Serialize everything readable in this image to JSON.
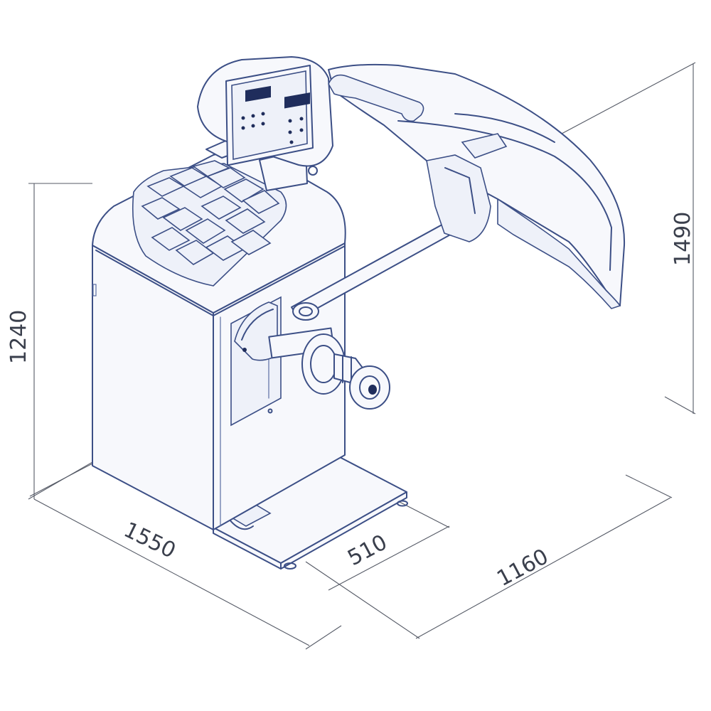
{
  "dimensions": {
    "overall_depth": "1550",
    "base_width": "510",
    "overall_width": "1160",
    "body_height": "1240",
    "hood_height": "1490"
  },
  "colors": {
    "line": "#3c4f86",
    "dimension_line": "#555a66",
    "background": "#ffffff"
  }
}
